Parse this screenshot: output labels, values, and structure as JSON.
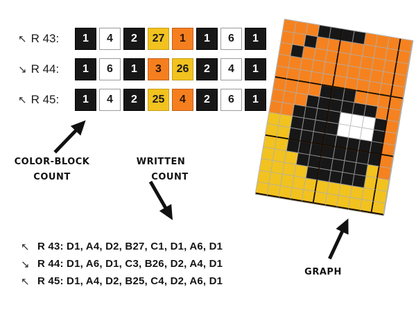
{
  "rle_rows": [
    {
      "arrow": "↖",
      "label": "R 43:",
      "blocks": [
        {
          "value": "1",
          "color": "black"
        },
        {
          "value": "4",
          "color": "white"
        },
        {
          "value": "2",
          "color": "black"
        },
        {
          "value": "27",
          "color": "yellow"
        },
        {
          "value": "1",
          "color": "orange"
        },
        {
          "value": "1",
          "color": "black"
        },
        {
          "value": "6",
          "color": "white"
        },
        {
          "value": "1",
          "color": "black"
        }
      ]
    },
    {
      "arrow": "↘",
      "label": "R 44:",
      "blocks": [
        {
          "value": "1",
          "color": "black"
        },
        {
          "value": "6",
          "color": "white"
        },
        {
          "value": "1",
          "color": "black"
        },
        {
          "value": "3",
          "color": "orange"
        },
        {
          "value": "26",
          "color": "yellow"
        },
        {
          "value": "2",
          "color": "black"
        },
        {
          "value": "4",
          "color": "white"
        },
        {
          "value": "1",
          "color": "black"
        }
      ]
    },
    {
      "arrow": "↖",
      "label": "R 45:",
      "blocks": [
        {
          "value": "1",
          "color": "black"
        },
        {
          "value": "4",
          "color": "white"
        },
        {
          "value": "2",
          "color": "black"
        },
        {
          "value": "25",
          "color": "yellow"
        },
        {
          "value": "4",
          "color": "orange"
        },
        {
          "value": "2",
          "color": "black"
        },
        {
          "value": "6",
          "color": "white"
        },
        {
          "value": "1",
          "color": "black"
        }
      ]
    }
  ],
  "labels": {
    "color_block": [
      "COLOR-BLOCK",
      "COUNT"
    ],
    "written": [
      "WRITTEN",
      "COUNT"
    ],
    "graph": "GRAPH"
  },
  "written_lines": [
    {
      "arrow": "↖",
      "text": "R 43: D1, A4, D2, B27, C1, D1, A6, D1"
    },
    {
      "arrow": "↘",
      "text": "R 44: D1, A6, D1, C3, B26, D2, A4, D1"
    },
    {
      "arrow": "↖",
      "text": "R 45: D1, A4, D2, B25, C4, D2, A6, D1"
    }
  ],
  "colors": {
    "orange": "#F5821F",
    "yellow": "#F2C21F",
    "black": "#171717",
    "white": "#FFFFFF",
    "grid_line": "#ABABAB",
    "grid_major": "#1A0E02"
  },
  "graph": {
    "cols": 11,
    "rows": 15,
    "major_every": 5,
    "legend": {
      "A": "white",
      "B": "yellow",
      "C": "orange",
      "D": "black"
    },
    "map": [
      "CCCDDDDCCCC",
      "CCDCCCCCCCC",
      "CDCCCCCCCCC",
      "CCCCCCCCCCC",
      "CCCCCCCCCCC",
      "CCCCDDDCCCC",
      "CCCDDDDDDCC",
      "CCDDDDAAADC",
      "BBDDDDAAADC",
      "BBDDDDDDDDC",
      "BBDDDDDDDDC",
      "BBBDDDDDDBC",
      "BBBBDDDDDBB",
      "BBBBBBBBBBB",
      "BBBBBBBBBBB"
    ]
  }
}
